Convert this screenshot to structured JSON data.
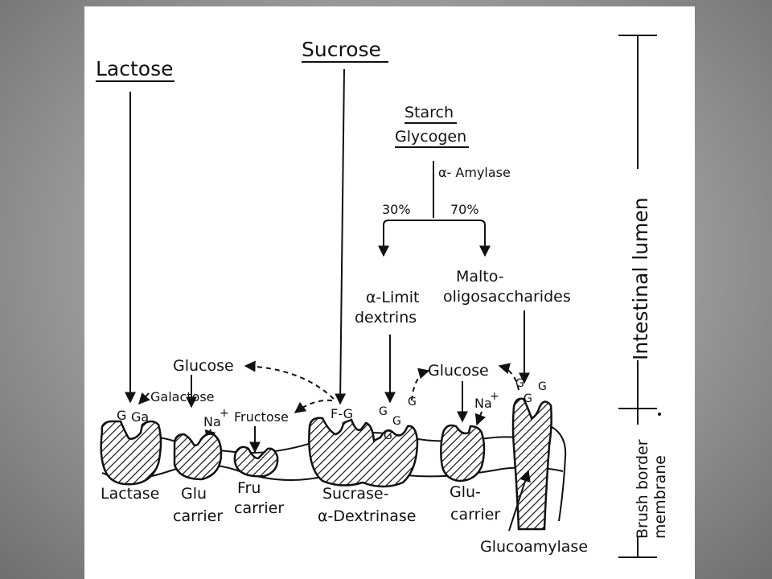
{
  "substrates": {
    "lactose": "Lactose",
    "sucrose": "Sucrose",
    "starch": "Starch",
    "glycogen": "Glycogen"
  },
  "amylase": {
    "enzyme": "α- Amylase",
    "left_pct": "30%",
    "right_pct": "70%"
  },
  "products": {
    "limit_line1": "α-Limit",
    "limit_line2": "dextrins",
    "malto_line1": "Malto-",
    "malto_line2": "oligosaccharides"
  },
  "lumen_products": {
    "glucose_left": "Glucose",
    "glucose_right": "Glucose",
    "galactose": "Galactose",
    "fructose": "Fructose",
    "na1": "Na",
    "na2": "Na",
    "plus": "+"
  },
  "sugar_marks": {
    "lactase_g": "G",
    "lactase_ga": "Ga",
    "sucrase_fg": "F-G",
    "g": "G"
  },
  "enzymes": {
    "lactase": "Lactase",
    "glu_carrier_1a": "Glu",
    "glu_carrier_1b": "carrier",
    "fru_carrier_a": "Fru",
    "fru_carrier_b": "carrier",
    "sucrase_a": "Sucrase-",
    "sucrase_b": "α-Dextrinase",
    "glu_carrier_2a": "Glu-",
    "glu_carrier_2b": "carrier",
    "glucoamylase": "Glucoamylase"
  },
  "side_labels": {
    "lumen": "Intestinal lumen",
    "brush_border_1": "Brush border",
    "brush_border_2": "membrane"
  }
}
